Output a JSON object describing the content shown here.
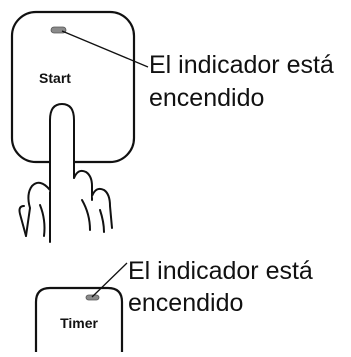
{
  "start_panel": {
    "button_label": "Start",
    "callout_line1": "El indicador está",
    "callout_line2": "encendido"
  },
  "timer_panel": {
    "button_label": "Timer",
    "callout_line1": "El indicador está",
    "callout_line2": "encendido"
  },
  "colors": {
    "outline": "#111111",
    "indicator": "#8a8a8a",
    "background": "#ffffff"
  }
}
